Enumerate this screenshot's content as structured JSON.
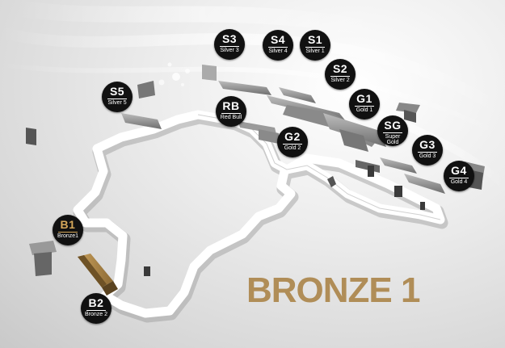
{
  "title": "BRONZE 1",
  "colors": {
    "accent_bronze": "#b08d57",
    "marker_bg": "#111111",
    "marker_text": "#ffffff",
    "track": "#ffffff"
  },
  "markers": [
    {
      "id": "s3",
      "code": "S3",
      "label": "Silver 3",
      "type": "silver"
    },
    {
      "id": "s4",
      "code": "S4",
      "label": "Silver 4",
      "type": "silver"
    },
    {
      "id": "s1",
      "code": "S1",
      "label": "Silver 1",
      "type": "silver"
    },
    {
      "id": "s2",
      "code": "S2",
      "label": "Silver 2",
      "type": "silver"
    },
    {
      "id": "s5",
      "code": "S5",
      "label": "Silver 5",
      "type": "silver"
    },
    {
      "id": "rb",
      "code": "RB",
      "label": "Red Bull",
      "type": "special"
    },
    {
      "id": "g1",
      "code": "G1",
      "label": "Gold 1",
      "type": "gold"
    },
    {
      "id": "sg",
      "code": "SG",
      "label": "Super Gold",
      "type": "gold"
    },
    {
      "id": "g2",
      "code": "G2",
      "label": "Gold 2",
      "type": "gold"
    },
    {
      "id": "g3",
      "code": "G3",
      "label": "Gold 3",
      "type": "gold"
    },
    {
      "id": "g4",
      "code": "G4",
      "label": "Gold 4",
      "type": "gold"
    },
    {
      "id": "b1",
      "code": "B1",
      "label": "Bronze1",
      "type": "bronze"
    },
    {
      "id": "b2",
      "code": "B2",
      "label": "Bronze 2",
      "type": "bronze"
    }
  ]
}
